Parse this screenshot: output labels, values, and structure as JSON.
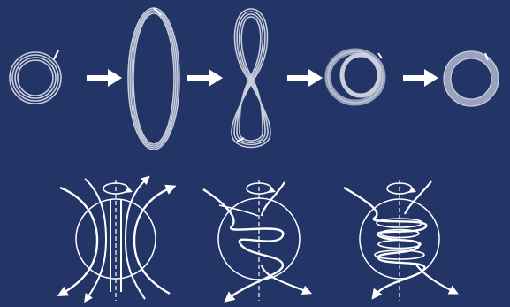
{
  "colors": {
    "background": "#233466",
    "loop_stroke": "#c9cedd",
    "loop_fill_band": "#9aa2bd",
    "arrow": "#ffffff",
    "field_line": "#ffffff"
  },
  "top_row": {
    "stages": [
      {
        "name": "initial-flux-loop",
        "shape": "concentric-rings"
      },
      {
        "name": "stretched-loop",
        "shape": "tall-ellipse"
      },
      {
        "name": "twisted-loop",
        "shape": "figure-eight"
      },
      {
        "name": "folded-loop",
        "shape": "double-ring"
      },
      {
        "name": "amplified-loop",
        "shape": "thick-ring"
      }
    ],
    "arrows": [
      "transition-arrow",
      "transition-arrow",
      "transition-arrow",
      "transition-arrow"
    ]
  },
  "bottom_row": {
    "panels": [
      {
        "name": "dipole-field",
        "rotation_icon": "rotation-arrow-icon"
      },
      {
        "name": "wound-field",
        "rotation_icon": "rotation-arrow-icon"
      },
      {
        "name": "tightly-wound-field",
        "rotation_icon": "rotation-arrow-icon"
      }
    ]
  }
}
